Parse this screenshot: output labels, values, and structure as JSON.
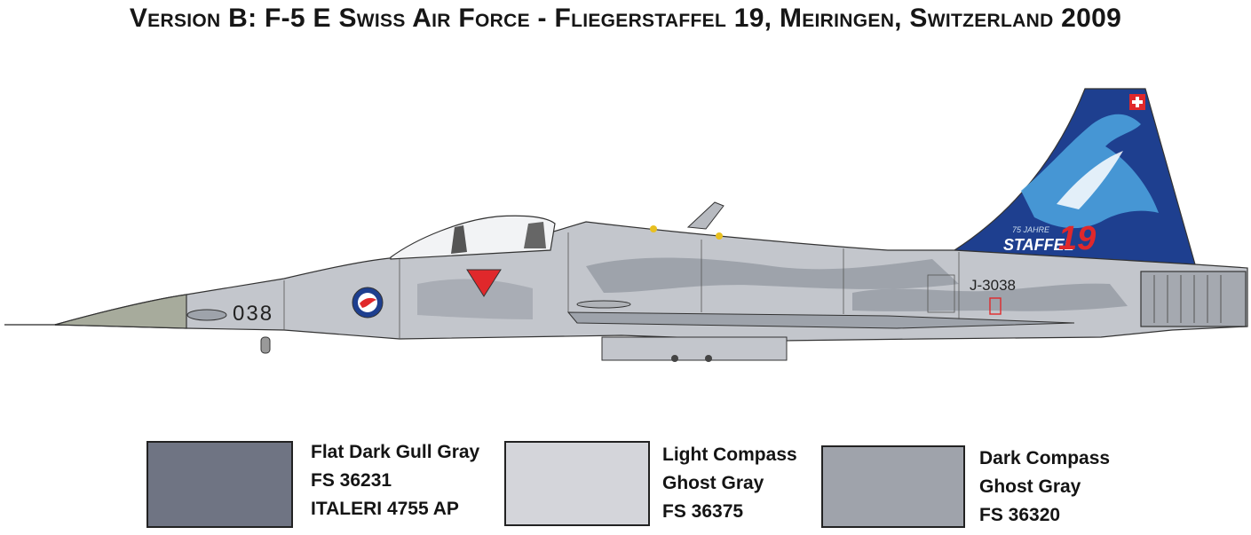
{
  "title": "Version B: F-5 E Swiss Air Force - Fliegerstaffel 19, Meiringen, Switzerland 2009",
  "aircraft": {
    "nose_number": "038",
    "tail_serial": "J-3038",
    "tail_number": "19",
    "tail_text": "STAFFEL",
    "tail_small_text": "75 JAHRE"
  },
  "colors": {
    "fuselage": "#c3c6cc",
    "camo_dark": "#9ea3ab",
    "nose_cone": "#a7ab9c",
    "fin_blue": "#1e3f8f",
    "fin_light_blue": "#4aa0dc",
    "marking_red": "#e0282b"
  },
  "swatches": [
    {
      "color": "#6f7483",
      "lines": [
        "Flat Dark Gull Gray",
        "FS 36231",
        "ITALERI 4755 AP"
      ]
    },
    {
      "color": "#d4d5da",
      "lines": [
        "Light Compass",
        "Ghost Gray",
        "FS 36375"
      ]
    },
    {
      "color": "#9fa3ab",
      "lines": [
        "Dark Compass",
        "Ghost Gray",
        "FS 36320"
      ]
    }
  ]
}
